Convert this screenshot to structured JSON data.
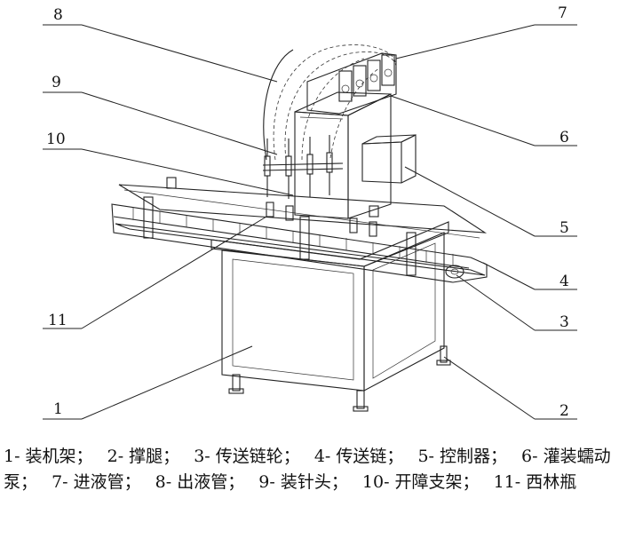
{
  "callouts": [
    "1",
    "2",
    "3",
    "4",
    "5",
    "6",
    "7",
    "8",
    "9",
    "10",
    "11"
  ],
  "legend": [
    "1- 装机架；",
    "2- 撑腿；",
    "3- 传送链轮；",
    "4- 传送链；",
    "5- 控制器；",
    "6- 灌装蠕动泵；",
    "7- 进液管；",
    "8- 出液管；",
    "9- 装针头；",
    "10- 开障支架；",
    "11- 西林瓶"
  ]
}
